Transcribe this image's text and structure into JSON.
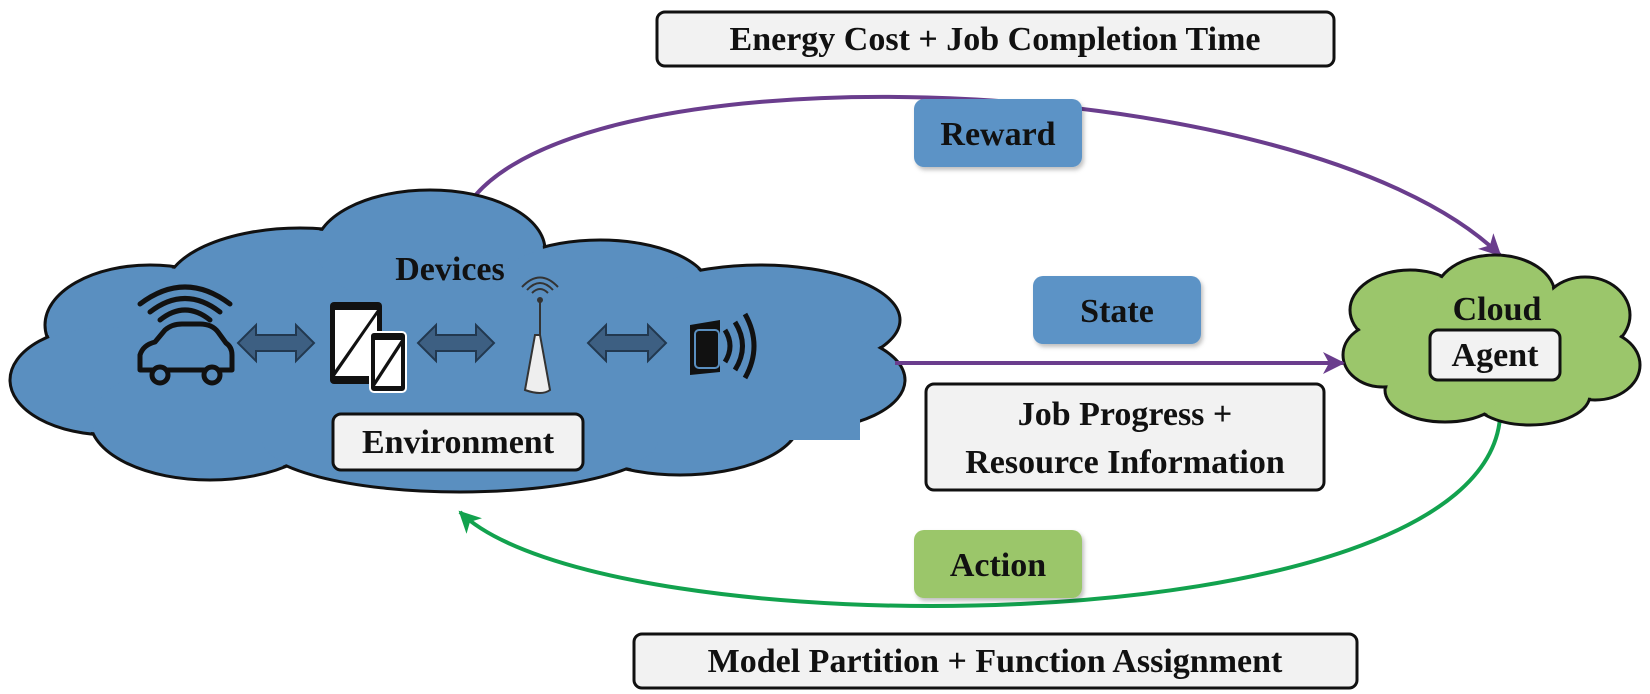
{
  "reward": {
    "box_label": "Energy Cost + Job Completion Time",
    "badge": "Reward"
  },
  "state": {
    "badge": "State",
    "box_line1": "Job Progress +",
    "box_line2": "Resource Information"
  },
  "action": {
    "badge": "Action",
    "box_label": "Model Partition + Function Assignment"
  },
  "environment": {
    "title": "Devices",
    "label": "Environment",
    "devices": [
      "car-icon",
      "tablet-phone-icon",
      "antenna-icon",
      "smartwatch-icon"
    ]
  },
  "cloud": {
    "title": "Cloud",
    "label": "Agent"
  },
  "colors": {
    "env_cloud": "#5a8fc0",
    "agent_cloud": "#9bc66b",
    "badge_blue": "#5b93c6",
    "badge_green": "#9bc66b",
    "arrow_purple": "#6a3d8d",
    "arrow_green": "#12a24e",
    "box_fill": "#f2f2f2",
    "device_arrow": "#3d5f82"
  }
}
